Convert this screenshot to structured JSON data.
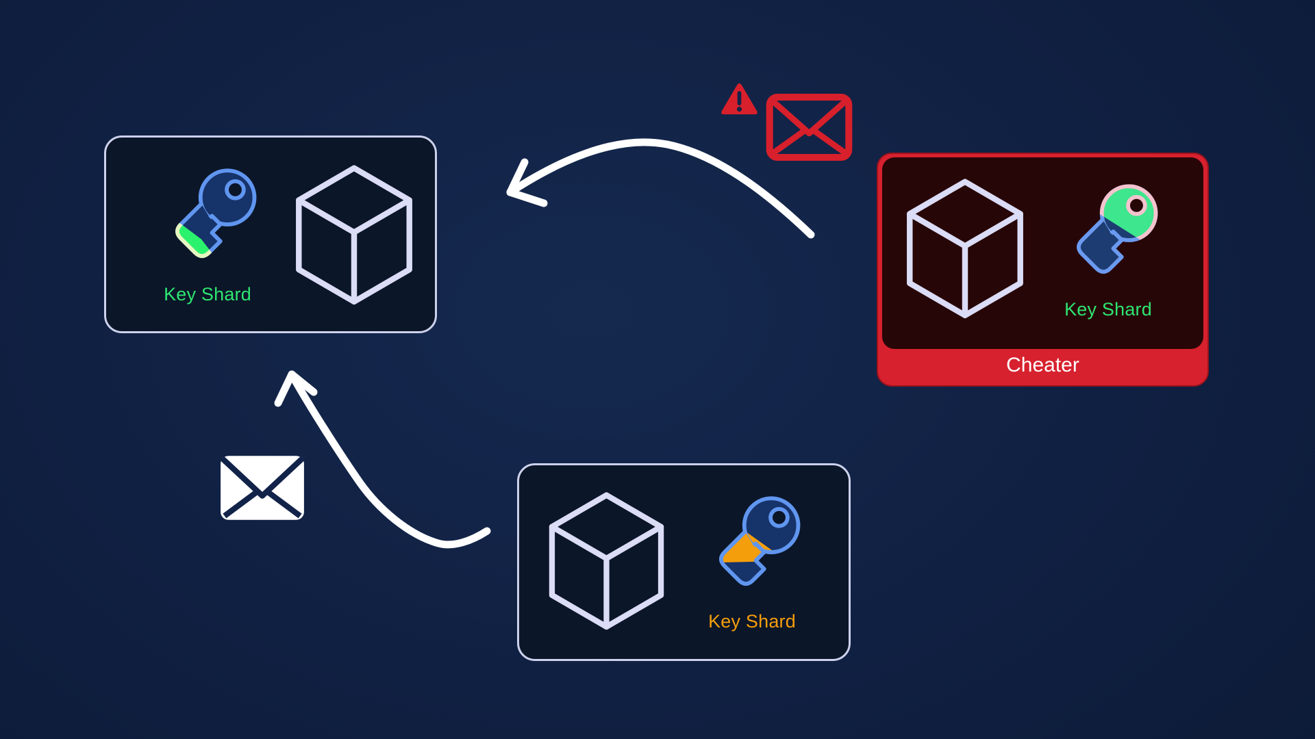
{
  "nodes": {
    "receiver": {
      "label": "Key Shard",
      "label_color": "#2ee571"
    },
    "cheater": {
      "label": "Key Shard",
      "label_color": "#2ee571",
      "banner": "Cheater",
      "banner_text_color": "#ffffff",
      "banner_color": "#d7212e"
    },
    "sender": {
      "label": "Key Shard",
      "label_color": "#f59e0b"
    }
  },
  "icons": {
    "receiver": [
      "key-icon",
      "cube-icon"
    ],
    "cheater": [
      "cube-icon",
      "key-icon"
    ],
    "sender": [
      "cube-icon",
      "key-icon"
    ],
    "messages": [
      "warning-triangle-icon",
      "alert-envelope-icon",
      "envelope-icon"
    ],
    "arrows": [
      "curved-arrow-top",
      "curved-arrow-bottom"
    ]
  },
  "colors": {
    "background": "#12234a",
    "node_fill": "#0b1628",
    "node_border": "#cdd1ec",
    "cube_stroke": "#dbdcf6",
    "key_navy": "#16336a",
    "key_outline_blue": "#6096f0",
    "key_tip_green": "#2bf26d",
    "key_tip_outline": "#e6f6c0",
    "cheater_key_green": "#3ee68d",
    "cheater_key_outline_pink": "#f4c3ce",
    "key_band_orange": "#f59e0b",
    "alert_red": "#d7202b",
    "cheater_panel": "#270607",
    "arrow_white": "#ffffff"
  }
}
